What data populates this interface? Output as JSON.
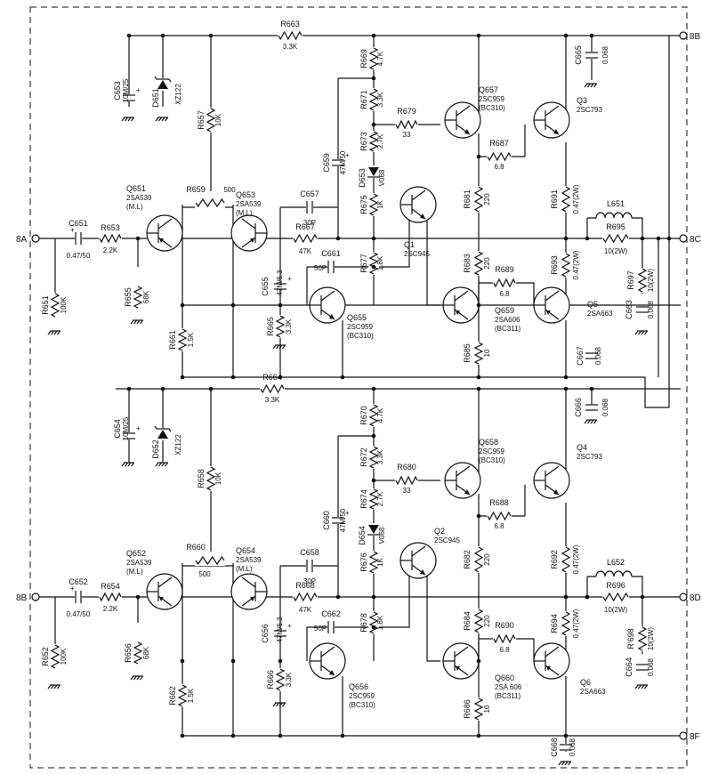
{
  "terminals": {
    "in_a": "8A",
    "in_b": "8B",
    "out_1": "8B",
    "out_2": "8C",
    "out_3": "8D",
    "out_4": "8F"
  },
  "transistors": {
    "q651": {
      "ref": "Q651",
      "part": "2SA539",
      "note": "(M.L)"
    },
    "q652": {
      "ref": "Q652",
      "part": "2SA539",
      "note": "(M.L)"
    },
    "q653": {
      "ref": "Q653",
      "part": "2SA539",
      "note": "(M.L)"
    },
    "q654": {
      "ref": "Q654",
      "part": "2SA539",
      "note": "(M.L)"
    },
    "q655": {
      "ref": "Q655",
      "part": "2SC959",
      "note": "(BC310)"
    },
    "q656": {
      "ref": "Q656",
      "part": "2SC959",
      "note": "(BC310)"
    },
    "q657": {
      "ref": "Q657",
      "part": "2SC959",
      "note": "(BC310)"
    },
    "q658": {
      "ref": "Q658",
      "part": "2SC959",
      "note": "(BC310)"
    },
    "q659": {
      "ref": "Q659",
      "part": "2SA606",
      "note": "(BC311)"
    },
    "q660": {
      "ref": "Q660",
      "part": "2SA 606",
      "note": "(BC311)"
    },
    "q1": {
      "ref": "Q1",
      "part": "2SC945",
      "note": ""
    },
    "q2": {
      "ref": "Q2",
      "part": "2SC945",
      "note": ""
    },
    "q3": {
      "ref": "Q3",
      "part": "2SC793",
      "note": ""
    },
    "q4": {
      "ref": "Q4",
      "part": "2SC793",
      "note": ""
    },
    "q5": {
      "ref": "Q5",
      "part": "2SA663",
      "note": ""
    },
    "q6": {
      "ref": "Q6",
      "part": "2SA663",
      "note": ""
    }
  },
  "resistors": {
    "r651": {
      "ref": "R651",
      "value": "100K"
    },
    "r652": {
      "ref": "R652",
      "value": "100K"
    },
    "r653": {
      "ref": "R653",
      "value": "2.2K"
    },
    "r654": {
      "ref": "R654",
      "value": "2.2K"
    },
    "r655": {
      "ref": "R655",
      "value": "68K"
    },
    "r656": {
      "ref": "R656",
      "value": "68K"
    },
    "r657": {
      "ref": "R657",
      "value": "10K"
    },
    "r658": {
      "ref": "R658",
      "value": "10K"
    },
    "r659": {
      "ref": "R659",
      "value": "500"
    },
    "r660": {
      "ref": "R660",
      "value": "500"
    },
    "r661": {
      "ref": "R661",
      "value": "1.5K"
    },
    "r662": {
      "ref": "R662",
      "value": "1.5K"
    },
    "r663": {
      "ref": "R663",
      "value": "3.3K"
    },
    "r664": {
      "ref": "R664",
      "value": "3.3K"
    },
    "r665": {
      "ref": "R665",
      "value": "3.3K"
    },
    "r666": {
      "ref": "R666",
      "value": "3.3K"
    },
    "r667": {
      "ref": "R667",
      "value": "47K"
    },
    "r668": {
      "ref": "R668",
      "value": "47K"
    },
    "r669": {
      "ref": "R669",
      "value": "4.7K"
    },
    "r670": {
      "ref": "R670",
      "value": "4.7K"
    },
    "r671": {
      "ref": "R671",
      "value": "3.3K"
    },
    "r672": {
      "ref": "R672",
      "value": "3.3K"
    },
    "r673": {
      "ref": "R673",
      "value": "2.7K"
    },
    "r674": {
      "ref": "R674",
      "value": "2.7K"
    },
    "r675": {
      "ref": "R675",
      "value": "1K"
    },
    "r676": {
      "ref": "R676",
      "value": "1K"
    },
    "r677": {
      "ref": "R677",
      "value": "1.8K"
    },
    "r678": {
      "ref": "R678",
      "value": "1.8K"
    },
    "r679": {
      "ref": "R679",
      "value": "33"
    },
    "r680": {
      "ref": "R680",
      "value": "33"
    },
    "r681": {
      "ref": "R681",
      "value": "220"
    },
    "r682": {
      "ref": "R682",
      "value": "220"
    },
    "r683": {
      "ref": "R683",
      "value": "220"
    },
    "r684": {
      "ref": "R684",
      "value": "220"
    },
    "r685": {
      "ref": "R685",
      "value": "10"
    },
    "r686": {
      "ref": "R686",
      "value": "10"
    },
    "r687": {
      "ref": "R687",
      "value": "6.8"
    },
    "r688": {
      "ref": "R688",
      "value": "6.8"
    },
    "r689": {
      "ref": "R689",
      "value": "6.8"
    },
    "r690": {
      "ref": "R690",
      "value": "6.8"
    },
    "r691": {
      "ref": "R691",
      "value": "0.47(2W)"
    },
    "r692": {
      "ref": "R692",
      "value": "0.47(2W)"
    },
    "r693": {
      "ref": "R693",
      "value": "0.47(2W)"
    },
    "r694": {
      "ref": "R694",
      "value": "0.47(2W)"
    },
    "r695": {
      "ref": "R695",
      "value": "10(2W)"
    },
    "r696": {
      "ref": "R696",
      "value": "10(2W)"
    },
    "r697": {
      "ref": "R697",
      "value": "10(2W)"
    },
    "r698": {
      "ref": "R'698",
      "value": "10(2W)"
    }
  },
  "capacitors": {
    "c651": {
      "ref": "C651",
      "value": "0.47/50"
    },
    "c652": {
      "ref": "C652",
      "value": "0.47/50"
    },
    "c653": {
      "ref": "C653",
      "value": "10M/25"
    },
    "c654": {
      "ref": "C654",
      "value": "10M/25"
    },
    "c655": {
      "ref": "C655",
      "value": "47M/6.3"
    },
    "c656": {
      "ref": "C656",
      "value": "47M/6.3"
    },
    "c657": {
      "ref": "C657",
      "value": "30P"
    },
    "c658": {
      "ref": "C658",
      "value": "30P"
    },
    "c659": {
      "ref": "C659",
      "value": "47M/50"
    },
    "c660": {
      "ref": "C660",
      "value": "47M/50"
    },
    "c661": {
      "ref": "C661",
      "value": "50P"
    },
    "c662": {
      "ref": "C662",
      "value": "50P"
    },
    "c663": {
      "ref": "C663",
      "value": "0.068"
    },
    "c664": {
      "ref": "C664",
      "value": "0.068"
    },
    "c665": {
      "ref": "C665",
      "value": "0.068"
    },
    "c666": {
      "ref": "C666",
      "value": "0.068"
    },
    "c667": {
      "ref": "C667",
      "value": "0.068"
    },
    "c668": {
      "ref": "C668",
      "value": "0.068"
    }
  },
  "diodes": {
    "d651": {
      "ref": "D651",
      "part": "XZ122"
    },
    "d652": {
      "ref": "D652",
      "part": "XZ122"
    },
    "d653": {
      "ref": "D653",
      "part": "V068"
    },
    "d654": {
      "ref": "D654",
      "part": "V068"
    }
  },
  "inductors": {
    "l651": {
      "ref": "L651"
    },
    "l652": {
      "ref": "L652"
    }
  }
}
